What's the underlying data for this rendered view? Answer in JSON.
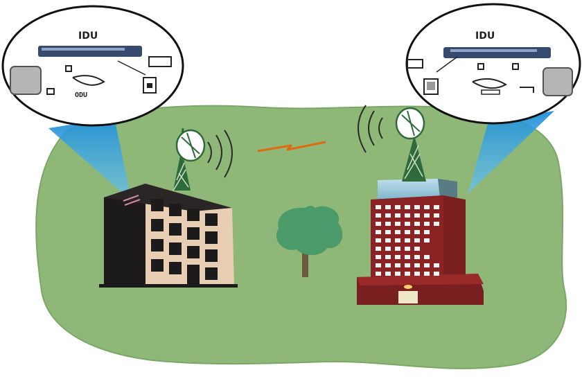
{
  "diagram": {
    "left_callout": {
      "label": "IDU",
      "sublabel": "ODU"
    },
    "right_callout": {
      "label": "IDU"
    }
  },
  "colors": {
    "ground": "#8fb878",
    "ground_stroke": "#7aa765",
    "beam": "#3aa6e0",
    "building_left_dark": "#1c1a1a",
    "building_left_facade": "#e8cfb4",
    "building_right": "#7a1f1f",
    "windows_right": "#f2f2f2",
    "tree_crown": "#4a9a6a",
    "tree_trunk": "#6b5a3a",
    "radio_link": "#e06a10",
    "tower": "#2f6a3a",
    "idu_panel": "#36496e"
  }
}
